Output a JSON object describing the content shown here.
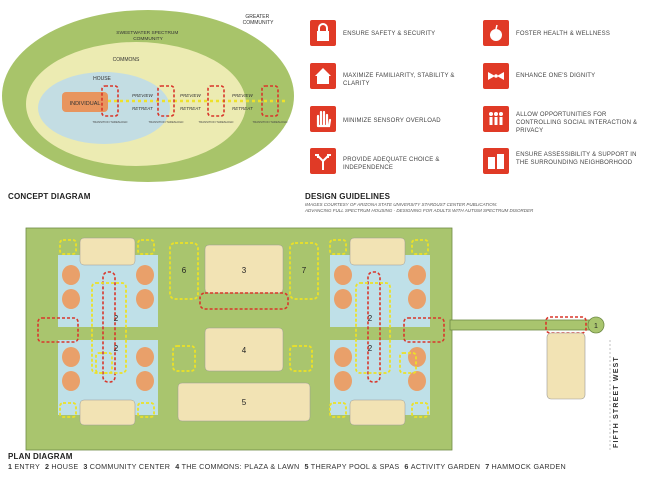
{
  "concept": {
    "title": "CONCEPT DIAGRAM",
    "rings": {
      "greater": "GREATER COMMUNITY",
      "sweetwater": "SWEETWATER SPECTRUM COMMUNITY",
      "commons": "COMMONS",
      "house": "HOUSE",
      "individual": "INDIVIDUAL"
    },
    "flow_labels": [
      "PREVIEW",
      "RETREAT",
      "PREVIEW",
      "RETREAT",
      "PREVIEW",
      "RETREAT"
    ],
    "threshold_label": "TRANSITION THRESHOLD",
    "colors": {
      "greater": "#a8c46a",
      "sweetwater": "#ecebb2",
      "commons": "#c3dde3",
      "individual": "#e8955e",
      "accent_red": "#d9362b",
      "accent_yellow": "#eee12a"
    }
  },
  "guidelines": {
    "title": "DESIGN GUIDELINES",
    "credit_line1": "IMAGES COURTESY OF ARIZONA STATE UNIVERSITY STARDUST CENTER PUBLICATION:",
    "credit_line2": "ADVANCING FULL SPECTRUM HOUSING - DESIGNING FOR ADULTS WITH AUTISM SPECTRUM DISORDER",
    "items": [
      {
        "icon": "lock-icon",
        "text": "ENSURE SAFETY & SECURITY"
      },
      {
        "icon": "house-icon",
        "text": "MAXIMIZE FAMILIARITY, STABILITY & CLARITY"
      },
      {
        "icon": "hand-icon",
        "text": "MINIMIZE SENSORY OVERLOAD"
      },
      {
        "icon": "fork-arrow-icon",
        "text": "PROVIDE ADEQUATE CHOICE & INDEPENDENCE"
      },
      {
        "icon": "apple-icon",
        "text": "FOSTER HEALTH & WELLNESS"
      },
      {
        "icon": "bow-tie-icon",
        "text": "ENHANCE ONE'S DIGNITY"
      },
      {
        "icon": "people-icon",
        "text": "ALLOW OPPORTUNITIES FOR CONTROLLING SOCIAL INTERACTION & PRIVACY"
      },
      {
        "icon": "buildings-icon",
        "text": "ENSURE ASSESSIBILITY & SUPPORT IN THE SURROUNDING NEIGHBORHOOD"
      }
    ]
  },
  "plan": {
    "title": "PLAN DIAGRAM",
    "street": "FIFTH STREET WEST",
    "labels": {
      "entry": "1",
      "house": "2",
      "community": "3",
      "commons": "4",
      "pool": "5",
      "activity": "6",
      "hammock": "7"
    },
    "legend": [
      {
        "num": "1",
        "label": "ENTRY"
      },
      {
        "num": "2",
        "label": "HOUSE"
      },
      {
        "num": "3",
        "label": "COMMUNITY CENTER"
      },
      {
        "num": "4",
        "label": "THE COMMONS: PLAZA & LAWN"
      },
      {
        "num": "5",
        "label": "THERAPY POOL & SPAS"
      },
      {
        "num": "6",
        "label": "ACTIVITY GARDEN"
      },
      {
        "num": "7",
        "label": "HAMMOCK GARDEN"
      }
    ],
    "colors": {
      "lawn": "#a9c56e",
      "building": "#f2e3b4",
      "water": "#bfe0e8",
      "unit": "#e9a06a",
      "dash_red": "#d9362b",
      "dash_yellow": "#ece126"
    }
  }
}
